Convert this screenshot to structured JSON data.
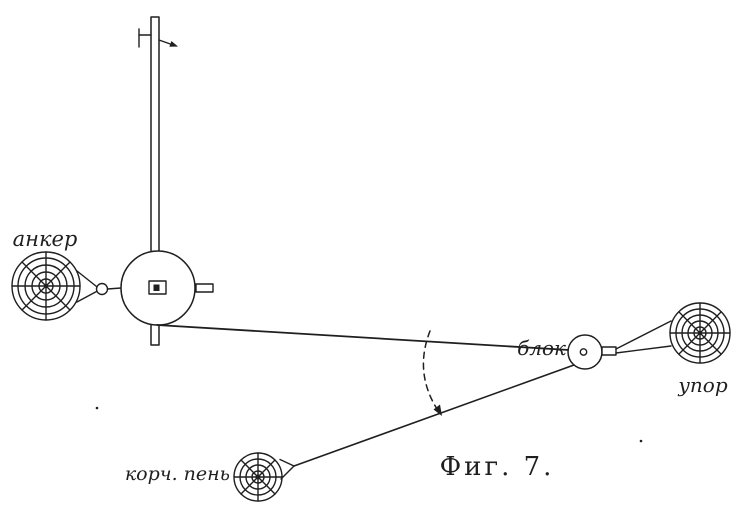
{
  "figure": {
    "caption": "Фиг. 7."
  },
  "labels": {
    "anchor": "анкер",
    "pulley": "блок",
    "stop": "упор",
    "stump": "корч. пень"
  },
  "colors": {
    "ink": "#1f1f1f",
    "paper": "#ffffff"
  }
}
